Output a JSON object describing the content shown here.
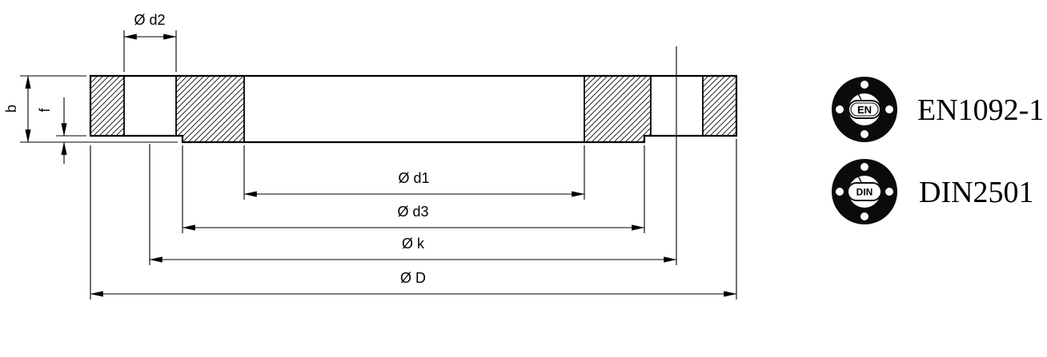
{
  "dimensions": {
    "d2": "Ø d2",
    "b": "b",
    "f": "f",
    "d1": "Ø d1",
    "d3": "Ø d3",
    "k": "Ø k",
    "D": "Ø D"
  },
  "standards": [
    {
      "badge": "EN",
      "label": "EN1092-1"
    },
    {
      "badge": "DIN",
      "label": "DIN2501"
    }
  ],
  "colors": {
    "line": "#000000",
    "icon_fill": "#0b0b0b",
    "background": "#ffffff"
  }
}
